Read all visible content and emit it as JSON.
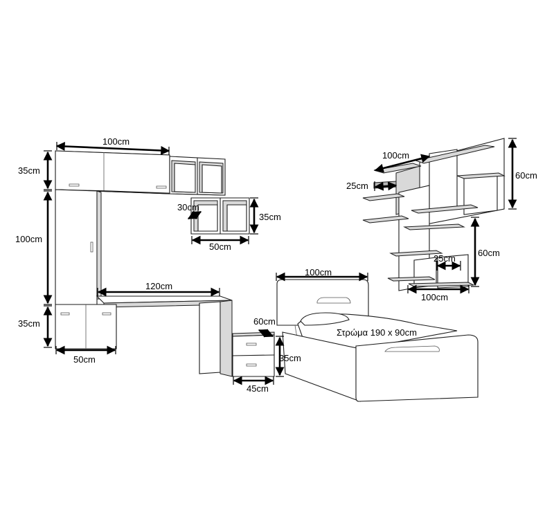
{
  "labels": {
    "wall_unit_width": "100cm",
    "top_cabinet_height": "35cm",
    "tall_unit_height": "100cm",
    "bottom_cabinet_height": "35cm",
    "bottom_cabinet_width": "50cm",
    "cube_shelf_depth": "30cm",
    "cube_shelf_height": "35cm",
    "cube_shelf_width": "50cm",
    "desk_width": "120cm",
    "nightstand_depth": "60cm",
    "nightstand_height": "35cm",
    "nightstand_width": "45cm",
    "bed_width": "100cm",
    "mattress": "Στρώμα 190 x 90cm",
    "wall_shelf_top_width": "100cm",
    "wall_shelf_depth": "25cm",
    "wall_shelf_top_height": "60cm",
    "wall_shelf_bottom_height": "60cm",
    "wall_shelf_inner_depth": "25cm",
    "wall_shelf_bottom_width": "100cm"
  }
}
